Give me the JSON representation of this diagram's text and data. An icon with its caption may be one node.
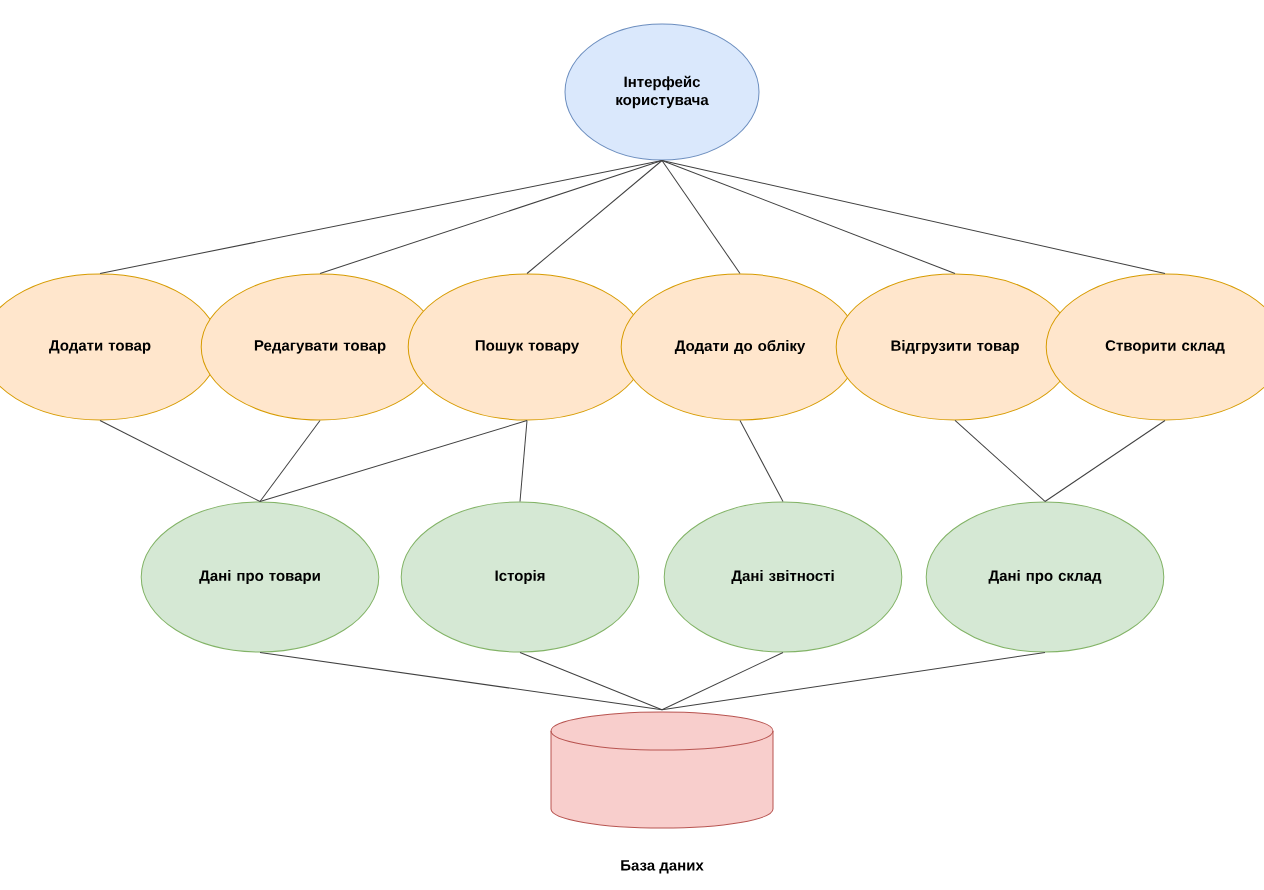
{
  "diagram": {
    "nodes": [
      {
        "text": [
          "Інтерфейс користувача"
        ]
      },
      {
        "text": [
          "Додати товар"
        ]
      },
      {
        "text": [
          "Редагувати товар"
        ]
      },
      {
        "text": [
          "Пошук товару"
        ]
      },
      {
        "text": [
          "Додати до обліку"
        ]
      },
      {
        "text": [
          "Відгрузити товар"
        ]
      },
      {
        "text": [
          "Створити склад"
        ]
      },
      {
        "text": [
          "Дані про товари"
        ]
      },
      {
        "text": [
          "Історія"
        ]
      },
      {
        "text": [
          "Дані звітності"
        ]
      },
      {
        "text": [
          "Дані про склад"
        ]
      },
      {
        "text": [
          "База даних"
        ]
      }
    ],
    "edges": [
      {
        "from": 0,
        "to": 1,
        "arrow": "none"
      },
      {
        "from": 0,
        "to": 2,
        "arrow": "none"
      },
      {
        "from": 0,
        "to": 3,
        "arrow": "none"
      },
      {
        "from": 0,
        "to": 4,
        "arrow": "none"
      },
      {
        "from": 0,
        "to": 5,
        "arrow": "none"
      },
      {
        "from": 0,
        "to": 6,
        "arrow": "none"
      },
      {
        "from": 1,
        "to": 7,
        "arrow": "none"
      },
      {
        "from": 2,
        "to": 7,
        "arrow": "none"
      },
      {
        "from": 3,
        "to": 7,
        "arrow": "none"
      },
      {
        "from": 3,
        "to": 8,
        "arrow": "none"
      },
      {
        "from": 4,
        "to": 9,
        "arrow": "none"
      },
      {
        "from": 5,
        "to": 10,
        "arrow": "none"
      },
      {
        "from": 6,
        "to": 10,
        "arrow": "none"
      },
      {
        "from": 7,
        "to": 11,
        "arrow": "none"
      },
      {
        "from": 8,
        "to": 11,
        "arrow": "none"
      },
      {
        "from": 9,
        "to": 11,
        "arrow": "none"
      },
      {
        "from": 10,
        "to": 11,
        "arrow": "none"
      }
    ]
  }
}
